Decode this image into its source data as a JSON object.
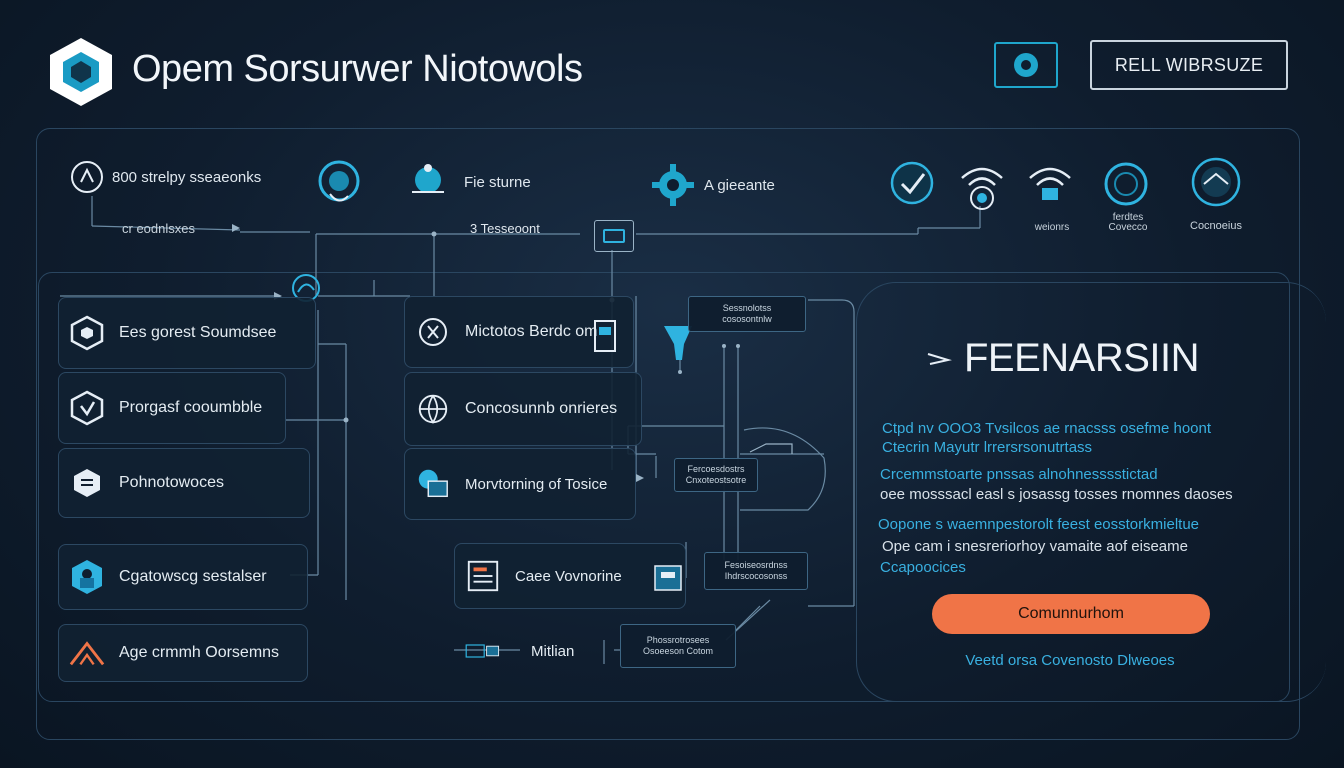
{
  "header": {
    "title": "Opem Sorsurwer Niotowols",
    "right_button": "RELL WIBRSUZE",
    "accent": "#1fa6cc"
  },
  "top_row": {
    "item1": "800 strelpy sseaeonks",
    "item1_tag": "cr eodnlsxes",
    "item2": "Fie sturne",
    "item2_tag": "3 Tesseoont",
    "item3": "A gieeante",
    "small1": "weionrs",
    "small2a": "ferdtes",
    "small2b": "Covecco",
    "small3": "Cocnoeius"
  },
  "cards_left": [
    {
      "label": "Ees gorest Soumdsee",
      "icon": "hexagon-icon"
    },
    {
      "label": "Prorgasf cooumbble",
      "icon": "shield-icon"
    },
    {
      "label": "Pohnotowoces",
      "icon": "document-icon"
    },
    {
      "label": "Cgatowscg sestalser",
      "icon": "lock-icon"
    },
    {
      "label": "Age crmmh Oorsemns",
      "icon": "tent-icon"
    }
  ],
  "cards_middle": [
    {
      "label": "Mictotos Berdc om",
      "icon": "chip-icon"
    },
    {
      "label": "Concosunnb onrieres",
      "icon": "globe-icon"
    },
    {
      "label": "Morvtorning of Tosice",
      "icon": "monitor-icon"
    },
    {
      "label": "Caee Vovnorine",
      "icon": "clipboard-icon"
    },
    {
      "label": "Mitlian",
      "icon": "server-icon"
    }
  ],
  "mini_cards": [
    {
      "line1": "Sessnolotss",
      "line2": "cososontnlw"
    },
    {
      "line1": "Fercoesdostrs",
      "line2": "Cnxoteostsotre"
    },
    {
      "line1": "Fesoiseosrdnss",
      "line2": "Ihdrscocosonss"
    },
    {
      "line1": "Phossrotrosees",
      "line2": "Osoeeson Cotom"
    }
  ],
  "panel": {
    "title": "FEENARSIIN",
    "desc1_line1": "Ctpd nv OOO3 Tvsilcos ae rnacsss osefme hoont",
    "desc1_line2": "Ctecrin Mayutr lrrersrsonutrtass",
    "desc2_line1": "Crcemmstoarte pnssas alnohnesssstictad",
    "desc2_line2": "oee mosssacl easl s josassg tosses rnomnes daoses",
    "desc3_line1": "Oopone s waemnpestorolt feest eosstorkmieltue",
    "desc3_line2": "Ope cam i snesreriorhoy vamaite aof eiseame",
    "desc3_line3": "Ccapoocices",
    "cta_label": "Comunnurhom",
    "cta_color": "#f07447",
    "footer_link": "Veetd orsa Covenosto Dlweoes"
  }
}
